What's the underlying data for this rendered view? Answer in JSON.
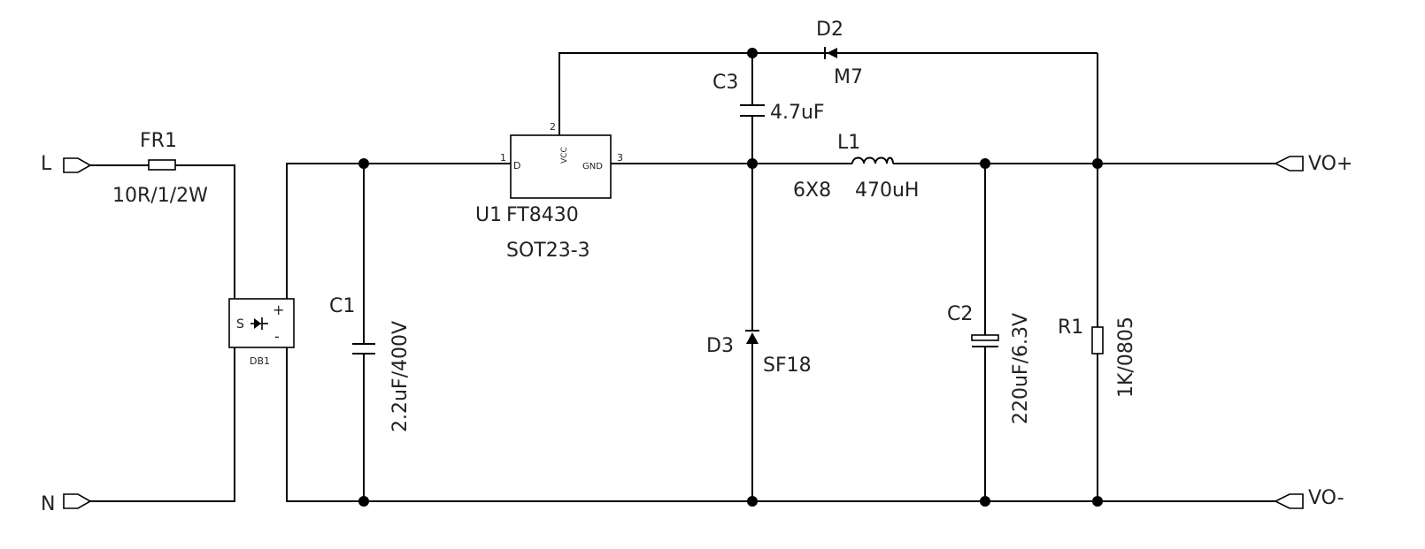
{
  "terminals": {
    "line": "L",
    "neutral": "N",
    "vout_pos": "VO+",
    "vout_neg": "VO-"
  },
  "components": {
    "fr1": {
      "ref": "FR1",
      "value": "10R/1/2W"
    },
    "db1": {
      "ref": "DB1",
      "symbol": "S",
      "plus": "+",
      "minus": "-"
    },
    "c1": {
      "ref": "C1",
      "value": "2.2uF/400V"
    },
    "u1": {
      "ref": "U1",
      "part": "FT8430",
      "package": "SOT23-3",
      "pins": [
        {
          "num": "1",
          "name": "D"
        },
        {
          "num": "2",
          "name": "VCC"
        },
        {
          "num": "3",
          "name": "GND"
        }
      ]
    },
    "c3": {
      "ref": "C3",
      "value": "4.7uF"
    },
    "d2": {
      "ref": "D2",
      "value": "M7"
    },
    "l1": {
      "ref": "L1",
      "size": "6X8",
      "value": "470uH"
    },
    "d3": {
      "ref": "D3",
      "value": "SF18"
    },
    "c2": {
      "ref": "C2",
      "value": "220uF/6.3V"
    },
    "r1": {
      "ref": "R1",
      "value": "1K/0805"
    }
  }
}
